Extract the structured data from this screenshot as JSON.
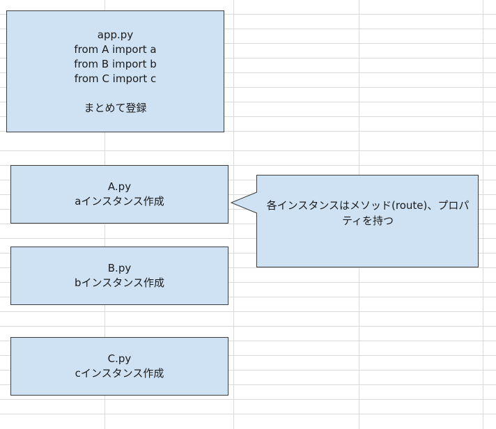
{
  "colors": {
    "box_fill": "#cfe2f3",
    "border": "#3c3c3c",
    "grid_line": "#d9d9d9"
  },
  "boxes": {
    "app": {
      "lines": [
        "app.py",
        "from A import a",
        "from B import b",
        "from C import c",
        "",
        "まとめて登録"
      ]
    },
    "a": {
      "lines": [
        "A.py",
        "aインスタンス作成"
      ]
    },
    "b": {
      "lines": [
        "B.py",
        "bインスタンス作成"
      ]
    },
    "c": {
      "lines": [
        "C.py",
        "cインスタンス作成"
      ]
    }
  },
  "callout": {
    "lines": [
      "各インスタンスはメソッド(route)、プロパ",
      "ティを持つ"
    ]
  }
}
